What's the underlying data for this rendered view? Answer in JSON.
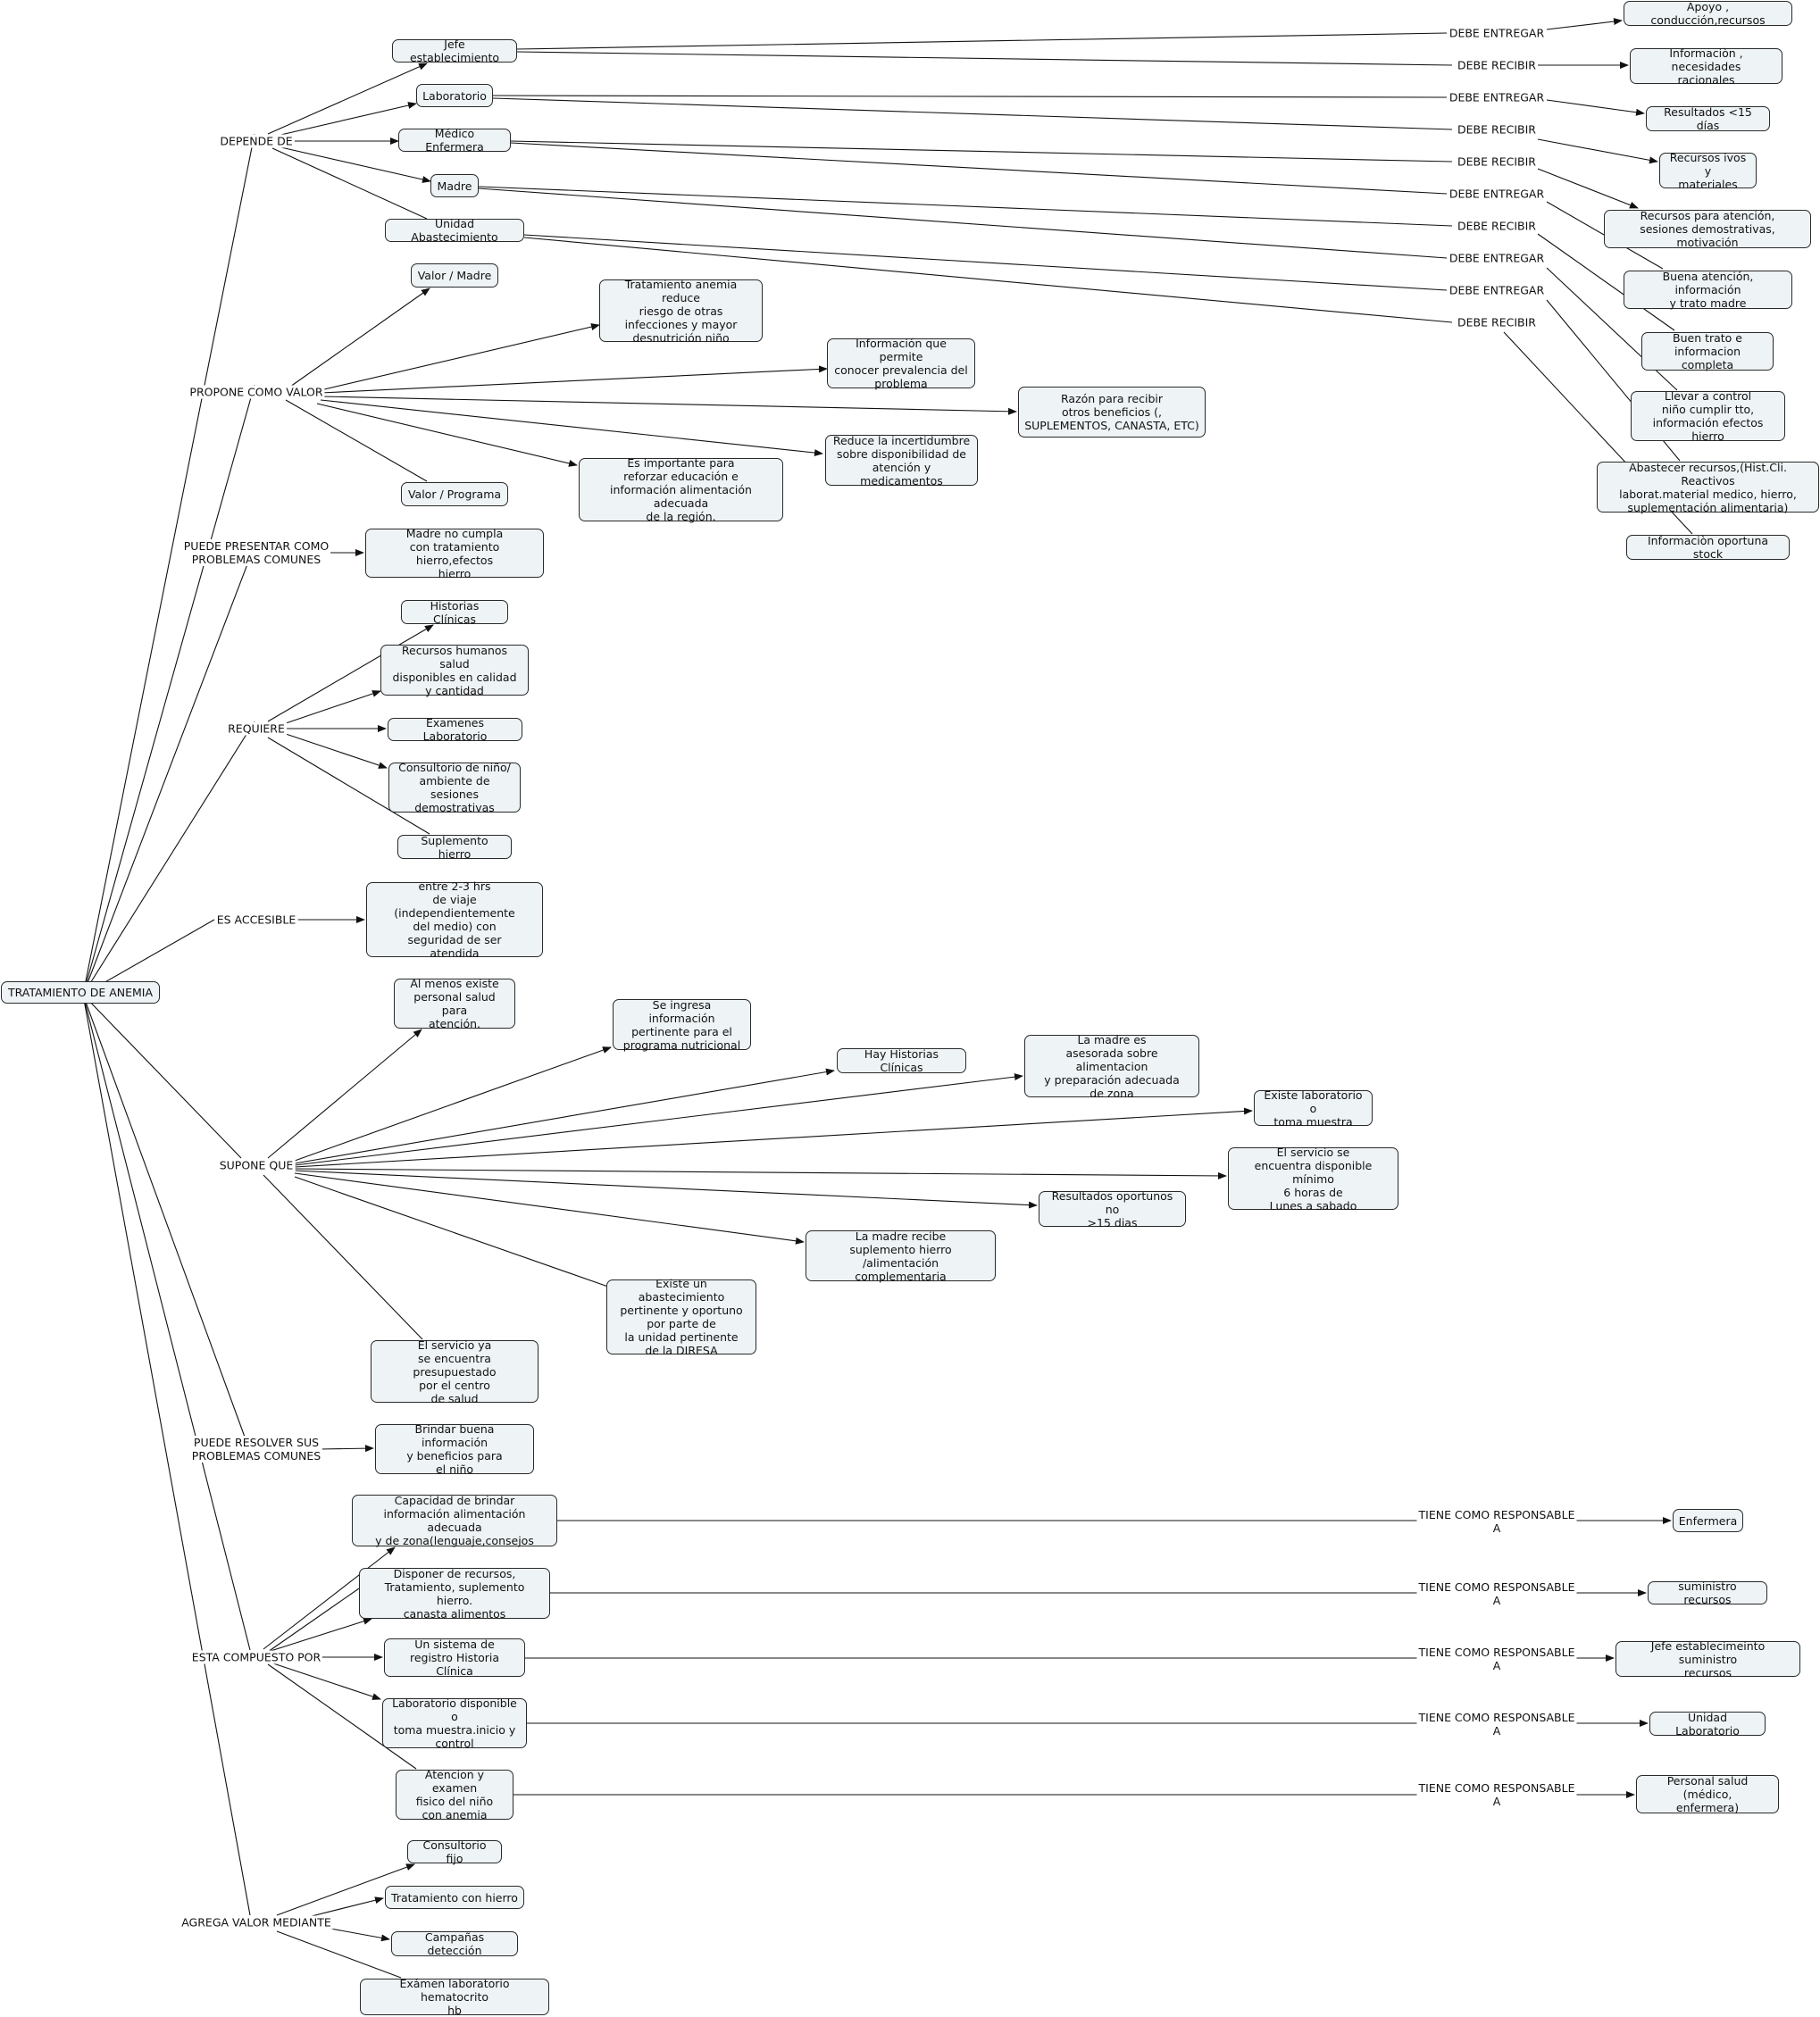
{
  "root": "TRATAMIENTO DE ANEMIA",
  "links": {
    "depende": "DEPENDE DE",
    "propone": "PROPONE COMO VALOR",
    "problemas": "PUEDE PRESENTAR COMO\nPROBLEMAS COMUNES",
    "requiere": "REQUIERE",
    "accesible": "ES ACCESIBLE",
    "supone": "SUPONE QUE",
    "resolver": "PUEDE RESOLVER SUS\nPROBLEMAS COMUNES",
    "compuesto": "ESTA COMPUESTO POR",
    "agrega": "AGREGA VALOR MEDIANTE",
    "entregar": "DEBE ENTREGAR",
    "recibir": "DEBE RECIBIR",
    "responsable": "TIENE COMO RESPONSABLE\nA"
  },
  "nodes": {
    "jefe": "Jefe establecimiento",
    "laboratorio": "Laboratorio",
    "medico": "Médico Enfermera",
    "madre": "Madre",
    "unidad": "Unidad Abastecimiento",
    "apoyo": "Apoyo , conducción,recursos",
    "info_nec": "Informaciòn , necesidades\nracionales",
    "resultados15": "Resultados <15 días",
    "recursos_ivos": "Recursos ivos y\nmateriales",
    "recursos_atencion": "Recursos para atención,\nsesiones demostrativas, motivación",
    "buena_atencion": "Buena atención, información\ny trato madre",
    "buen_trato": "Buen trato e\ninformacion completa",
    "llevar_control": "Llevar a control\nniño cumplir tto,\ninformación efectos hierro",
    "abastecer": "Abastecer recursos,(Hist.Cli. Reactivos\nlaborat.material medico, hierro,\nsuplementación alimentaria)",
    "info_stock": "Informaciòn oportuna stock",
    "valor_madre": "Valor / Madre",
    "valor_programa": "Valor / Programa",
    "tratamiento_reduce": "Tratamiento anemia reduce\nriesgo de otras\ninfecciones y mayor\ndesnutrición niño",
    "info_prevalencia": "Información que permite\nconocer prevalencia del\nproblema",
    "razon": "Razón para recibir\notros beneficios (,\nSUPLEMENTOS, CANASTA, ETC)",
    "reduce_incert": "Reduce la incertidumbre\nsobre disponibilidad de\natención y medicamentos",
    "importante": "Es importante para\nreforzar educación e\ninformación alimentación adecuada\nde la región.",
    "madre_no_cumpla": "Madre no cumpla\ncon tratamiento hierro,efectos\nhierro",
    "historias": "Historias Clínicas",
    "rrhh": "Recursos humanos salud\ndisponibles en calidad\ny cantidad",
    "examenes": "Examenes Laboratorio",
    "consultorio_nino": "Consultorio de niño/\nambiente de sesiones\ndemostrativas",
    "suplemento": "Suplemento hierro",
    "accesible_val": "entre 2-3 hrs\nde viaje (independientemente\ndel medio) con\nseguridad de ser\natendida",
    "al_menos": "Al menos existe\npersonal salud para\natención.",
    "se_ingresa": "Se ingresa información\npertinente para el\nprograma nutricional",
    "hay_historias": "Hay Historias Clínicas",
    "madre_asesorada": "La madre es\nasesorada sobre alimentacion\ny preparación adecuada\nde zona",
    "existe_lab": "Existe laboratorio o\ntoma muestra",
    "servicio_disp": "El servicio se\nencuentra disponible mínimo\n6 horas de\nLunes a sabado",
    "resultados_oport": "Resultados oportunos no\n>15 dias",
    "madre_recibe": "La madre recibe\nsuplemento hierro /alimentación\ncomplementaria",
    "existe_abast": "Existe un abastecimiento\npertinente y oportuno\npor parte de\nla unidad pertinente\nde la DIRESA",
    "servicio_presup": "El servicio ya\nse encuentra presupuestado\npor el centro\nde salud",
    "brindar": "Brindar buena información\ny beneficios para\nel niño",
    "capacidad": "Capacidad de brindar\ninformación alimentación adecuada\ny de zona(lenguaje,consejos",
    "disponer": "Disponer de recursos,\nTratamiento, suplemento hierro.\ncanasta alimentos",
    "sistema": "Un sistema de\nregistro Historia Clínica",
    "lab_disp": "Laboratorio disponible o\ntoma muestra.inicio y\ncontrol",
    "atencion_examen": "Atencion y examen\nfisico del niño\ncon anemia",
    "enfermera": "Enfermera",
    "suministro": "suministro recursos",
    "jefe_suministro": "Jefe establecimeinto suministro\nrecursos",
    "unidad_lab": "Unidad Laboratorio",
    "personal_salud": "Personal salud (médico,\nenfermera)",
    "consultorio_fijo": "Consultorio fijo",
    "tratamiento_hierro": "Tratamiento con hierro",
    "campanas": "Campañas detección",
    "examen_hemato": "Exámen laboratorio hematocrito\nhb"
  }
}
